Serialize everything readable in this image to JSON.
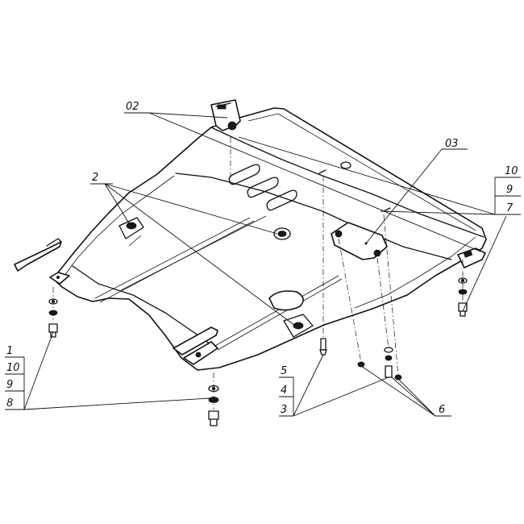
{
  "callouts": {
    "c02": "02",
    "c03": "03",
    "c2": "2",
    "c10_right": "10",
    "c9_right": "9",
    "c7": "7",
    "c1": "1",
    "c10_left": "10",
    "c9_left": "9",
    "c8": "8",
    "c5": "5",
    "c4": "4",
    "c3": "3",
    "c6": "6"
  }
}
